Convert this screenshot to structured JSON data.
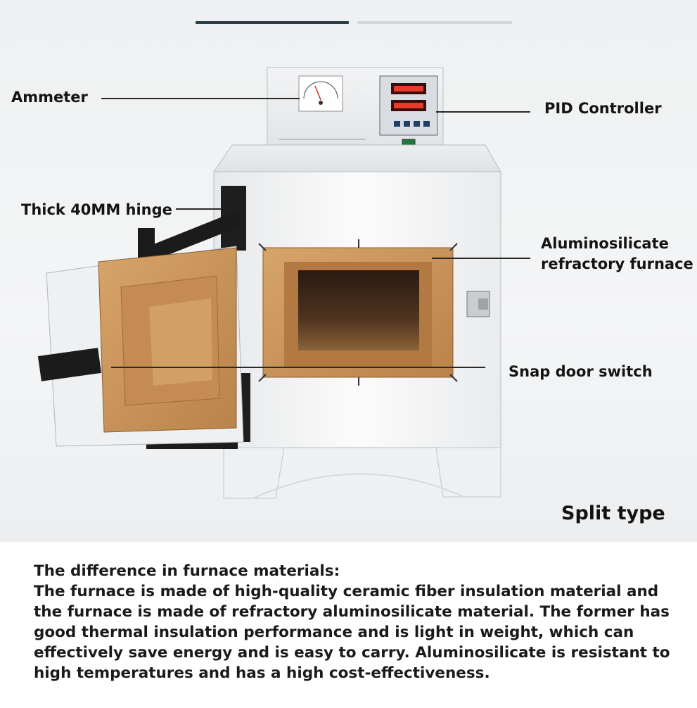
{
  "colors": {
    "tab_active": "#2c3e50",
    "tab_inactive": "#d3d7da",
    "cabinet": "#f7f7f7",
    "refractory": "#c8955a"
  },
  "tabs": [
    {
      "state": "active"
    },
    {
      "state": "inactive"
    }
  ],
  "labels": {
    "ammeter": "Ammeter",
    "pid_controller": "PID Controller",
    "hinge": "Thick 40MM hinge",
    "refractory_line1": "Aluminosilicate",
    "refractory_line2": "refractory furnace",
    "door_switch": "Snap door switch"
  },
  "caption": "Split type",
  "description": {
    "heading": "The difference in furnace materials:",
    "body": "The furnace is made of high-quality ceramic fiber insulation material and the furnace is made of refractory aluminosilicate material. The former has good thermal insulation performance and is light in weight, which can effectively save energy and is easy to carry. Aluminosilicate is resistant to high temperatures and has a high cost-effectiveness."
  }
}
